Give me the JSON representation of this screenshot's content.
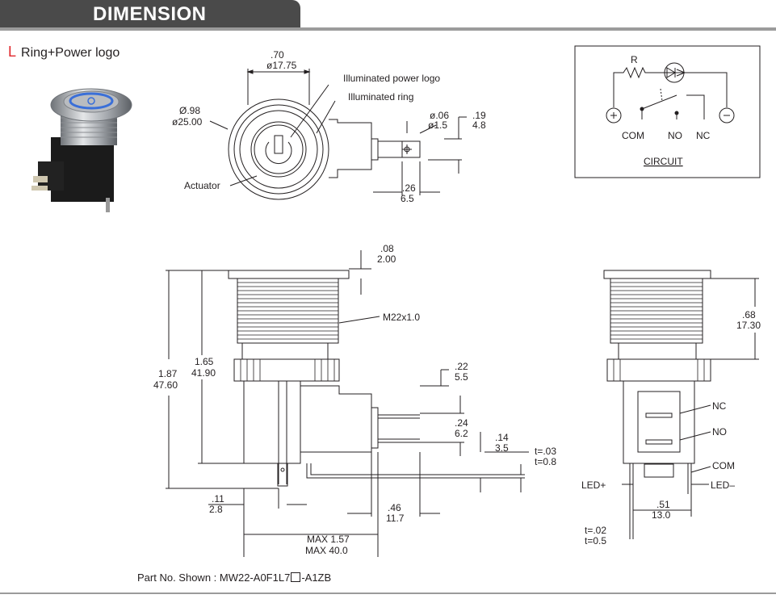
{
  "header": {
    "title": "DIMENSION"
  },
  "variant": {
    "letter": "L",
    "name": "Ring+Power logo"
  },
  "top_view": {
    "outer_dia": [
      ".70",
      "ø17.75"
    ],
    "bezel_dia": [
      "Ø.98",
      "ø25.00"
    ],
    "pin_hole": [
      "ø.06",
      "ø1.5"
    ],
    "pin_height": [
      ".19",
      "4.8"
    ],
    "pin_offset": [
      ".26",
      "6.5"
    ],
    "labels": [
      "Illuminated power logo",
      "Illuminated ring",
      "Actuator"
    ]
  },
  "circuit": {
    "title": "CIRCUIT",
    "resistor": "R",
    "plus": "+",
    "minus": "−",
    "terminals": [
      "COM",
      "NO",
      "NC"
    ]
  },
  "side_view": {
    "head_thickness": [
      ".08",
      "2.00"
    ],
    "thread": "M22x1.0",
    "total_height": [
      "1.87",
      "47.60"
    ],
    "body_height": [
      "1.65",
      "41.90"
    ],
    "term1": [
      ".22",
      "5.5"
    ],
    "term2": [
      ".24",
      "6.2"
    ],
    "term3": [
      ".14",
      "3.5"
    ],
    "thickness": [
      "t=.03",
      "t=0.8"
    ],
    "pin_offset": [
      ".11",
      "2.8"
    ],
    "term_span": [
      ".46",
      "11.7"
    ],
    "max_length": [
      "MAX 1.57",
      "MAX 40.0"
    ]
  },
  "front_view": {
    "thread_height": [
      ".68",
      "17.30"
    ],
    "labels": [
      "NC",
      "NO",
      "COM",
      "LED+",
      "LED–"
    ],
    "led_span": [
      ".51",
      "13.0"
    ],
    "thickness": [
      "t=.02",
      "t=0.5"
    ]
  },
  "footer": {
    "part_prefix": "Part No. Shown : MW22-A0F1L7",
    "part_suffix": "-A1ZB"
  },
  "colors": {
    "header_bg": "#4a4a4a",
    "accent_red": "#e0262b",
    "line": "#231f20",
    "ring_blue": "#3a6fd8"
  }
}
